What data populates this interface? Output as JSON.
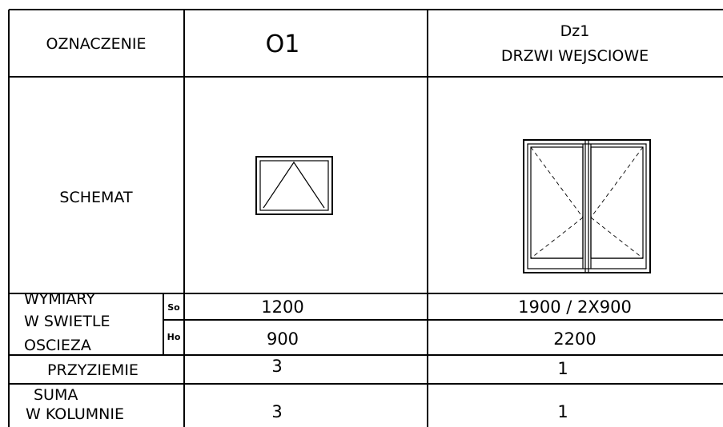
{
  "header": {
    "label": "OZNACZENIE",
    "col1_code": "O1",
    "col2_code": "Dz1",
    "col2_name": "DRZWI WEJSCIOWE"
  },
  "schemat": {
    "label": "SCHEMAT",
    "col1_icon": "tilt-window-icon",
    "col2_icon": "double-door-icon"
  },
  "wymiary": {
    "label_lines": [
      "WYMIARY",
      "W SWIETLE",
      "OSCIEZA"
    ],
    "so_label": "So",
    "ho_label": "Ho",
    "col1_so": "1200",
    "col1_ho": "900",
    "col2_so": "1900 / 2X900",
    "col2_ho": "2200"
  },
  "przyziemie": {
    "label": "PRZYZIEMIE",
    "col1": "3",
    "col2": "1"
  },
  "suma": {
    "label_lines": [
      "SUMA",
      "W KOLUMNIE"
    ],
    "col1": "3",
    "col2": "1"
  }
}
